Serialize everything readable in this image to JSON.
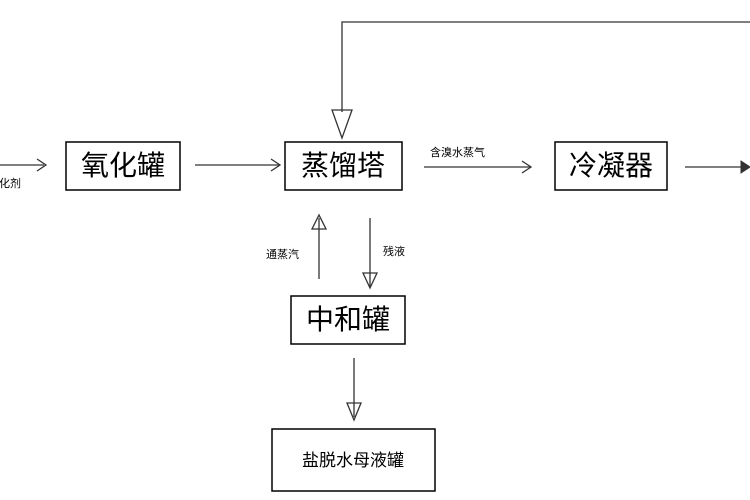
{
  "nodes": {
    "oxidation_tank": "氧化罐",
    "distillation_tower": "蒸馏塔",
    "condenser": "冷凝器",
    "neutralization_tank": "中和罐",
    "desalted_mother_liquor_tank": "盐脱水母液罐"
  },
  "edge_labels": {
    "input_partial": "化剂",
    "bromine_vapor": "含溴水蒸气",
    "steam_in": "通蒸汽",
    "residue": "残液"
  }
}
